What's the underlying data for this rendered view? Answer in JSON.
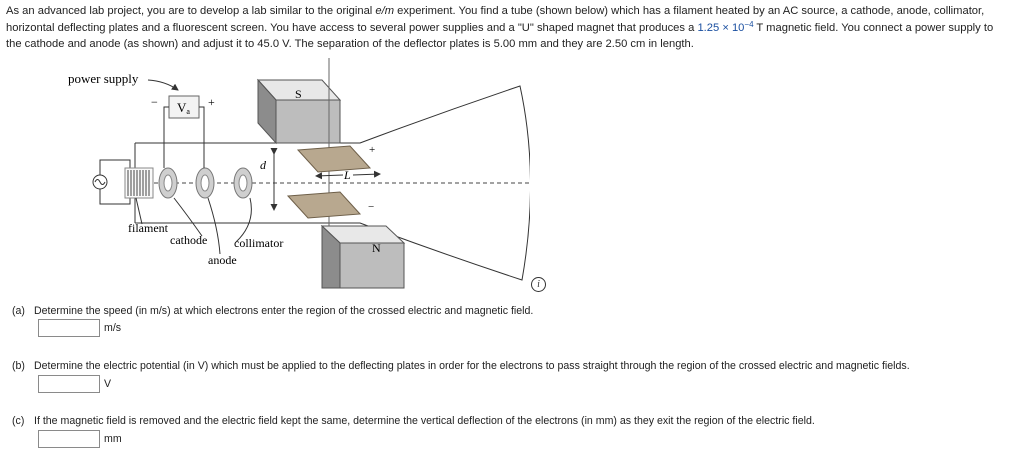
{
  "intro": {
    "line1_a": "As an advanced lab project, you are to develop a lab similar to the original ",
    "line1_em": "e/m",
    "line1_b": " experiment. You find a tube (shown below) which has a filament heated by an AC source, a cathode, anode, collimator,",
    "line2_a": "horizontal deflecting plates and a fluorescent screen. You have access to several power supplies and a \"U\" shaped magnet that produces a ",
    "line2_field": "1.25 × 10",
    "line2_exp": "−4",
    "line2_b": " T magnetic field. You connect a power supply to",
    "line3": "the cathode and anode (as shown) and adjust it to 45.0 V. The separation of the deflector plates is 5.00 mm and they are 2.50 cm in length."
  },
  "figure": {
    "power_supply": "power supply",
    "voltage_symbol": "V",
    "voltage_sub": "a",
    "minus": "−",
    "plus": "+",
    "s_pole": "S",
    "n_pole": "N",
    "plate_sep": "d",
    "plate_len": "L",
    "plate_plus": "+",
    "plate_minus": "−",
    "filament": "filament",
    "cathode": "cathode",
    "anode": "anode",
    "collimator": "collimator"
  },
  "info_icon": "i",
  "questions": [
    {
      "label": "(a)",
      "text": "Determine the speed (in m/s) at which electrons enter the region of the crossed electric and magnetic field.",
      "unit": "m/s"
    },
    {
      "label": "(b)",
      "text": "Determine the electric potential (in V) which must be applied to the deflecting plates in order for the electrons to pass straight through the region of the crossed electric and magnetic fields.",
      "unit": "V"
    },
    {
      "label": "(c)",
      "text": "If the magnetic field is removed and the electric field kept the same, determine the vertical deflection of the electrons (in mm) as they exit the region of the electric field.",
      "unit": "mm"
    }
  ]
}
